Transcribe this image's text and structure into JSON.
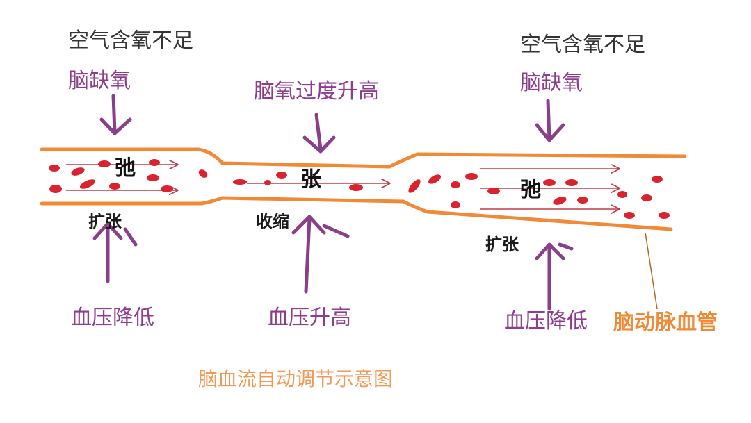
{
  "diagram": {
    "title": "脑血流自动调节示意图",
    "vessel_label": "脑动脉血管",
    "colors": {
      "vessel_wall": "#f08a36",
      "purple_text": "#8e3d8e",
      "arrow": "#8a3f8a",
      "blood_cell": "#d9232e",
      "flow_arrow": "#c23a46"
    },
    "sections": [
      {
        "cause_top": "空气含氧不足",
        "cause": "脑缺氧",
        "vessel_state": "弛",
        "vessel_motion": "扩张",
        "effect": "血压降低"
      },
      {
        "cause": "脑氧过度升高",
        "vessel_state": "张",
        "vessel_motion": "收缩",
        "effect": "血压升高"
      },
      {
        "cause_top": "空气含氧不足",
        "cause": "脑缺氧",
        "vessel_state": "弛",
        "vessel_motion": "扩张",
        "effect": "血压降低"
      }
    ]
  }
}
